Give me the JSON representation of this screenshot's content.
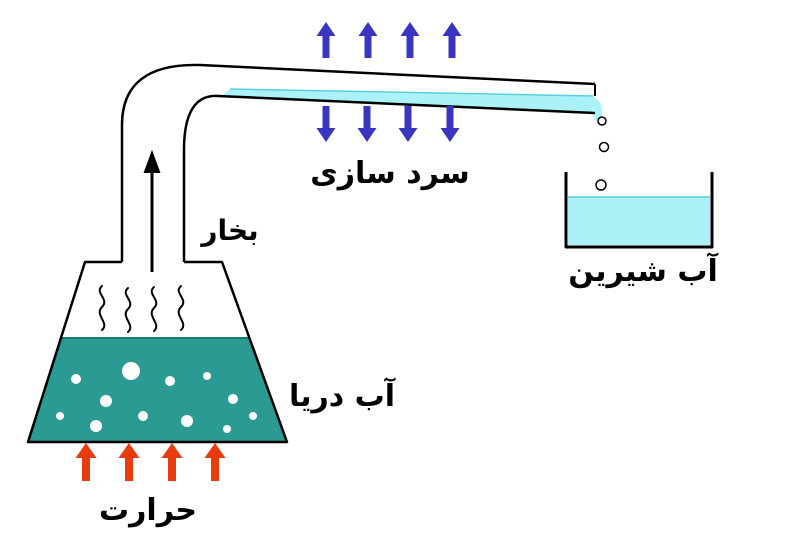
{
  "diagram": {
    "title": "",
    "labels": {
      "cooling": "سرد سازی",
      "vapor": "بخار",
      "sea_water": "آب دریا",
      "heat": "حرارت",
      "fresh_water": "آب شیرین"
    },
    "colors": {
      "background": "#ffffff",
      "outline": "#000000",
      "sea_water_fill": "#2a9a92",
      "sea_water_surface": "#127a72",
      "condensate_fill": "#aaf2f8",
      "condensate_surface": "#5ad0da",
      "fresh_water_fill": "#aaf2f8",
      "cooling_arrow": "#3a35c0",
      "heat_arrow": "#e83c0e",
      "steam_arrow": "#000000",
      "bubble_fill": "#ffffff",
      "droplet_fill": "#ffffff"
    },
    "icons": {
      "cooling_up_arrow": "up-arrow",
      "cooling_down_arrow": "down-arrow",
      "heat_arrow": "up-arrow",
      "steam_arrow": "up-arrow"
    },
    "counts": {
      "cooling_arrows_up": 4,
      "cooling_arrows_down": 4,
      "heat_arrows": 4,
      "droplets": 3,
      "bubbles": 12,
      "steam_squiggles": 4
    }
  }
}
